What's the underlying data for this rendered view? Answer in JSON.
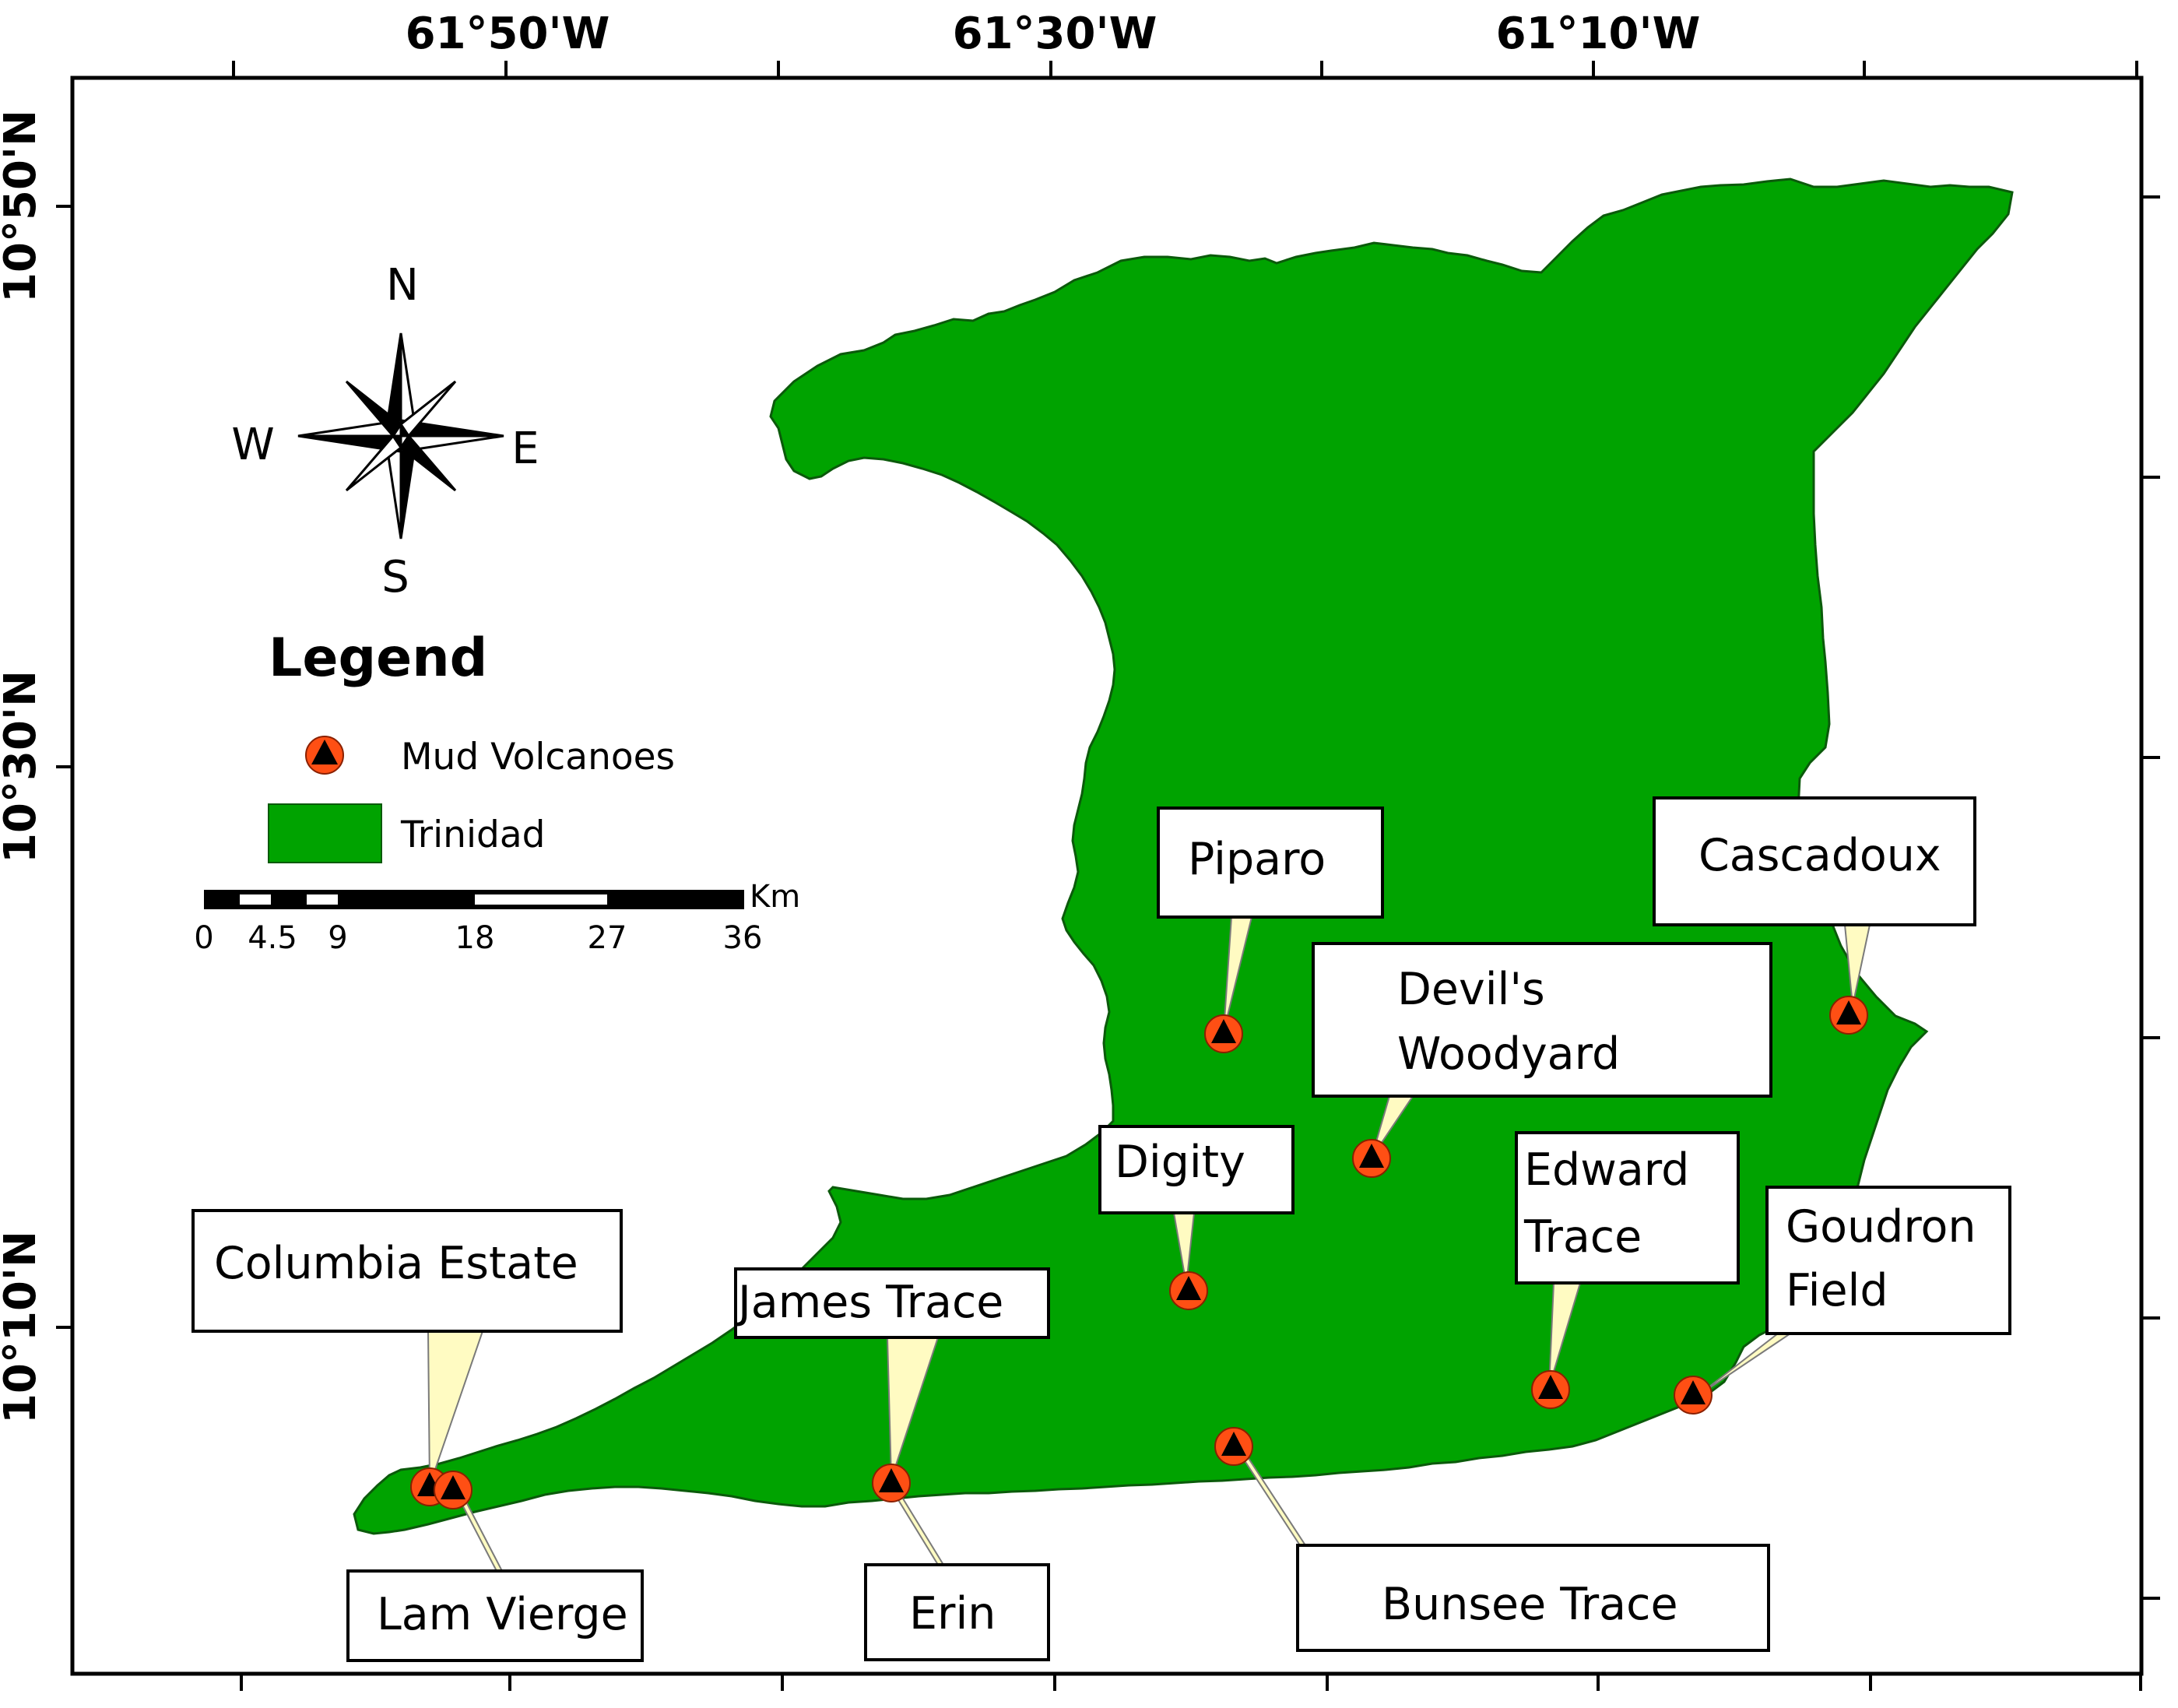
{
  "map": {
    "lon_labels": [
      "61°50'W",
      "61°30'W",
      "61°10'W"
    ],
    "lat_labels": [
      "10°50'N",
      "10°30'N",
      "10°10'N"
    ],
    "land_color": "#00a300",
    "marker_color": "#ff4f14"
  },
  "compass": {
    "north": "N",
    "south": "S",
    "east": "E",
    "west": "W"
  },
  "legend": {
    "title": "Legend",
    "items": [
      {
        "label": "Mud Volcanoes",
        "symbol": "mud-volcano-marker-icon"
      },
      {
        "label": "Trinidad",
        "symbol": "green-fill-swatch"
      }
    ]
  },
  "scale_bar": {
    "unit": "Km",
    "ticks": [
      "0",
      "4.5",
      "9",
      "18",
      "27",
      "36"
    ]
  },
  "sites": [
    {
      "id": "piparo",
      "lines": [
        "Piparo"
      ]
    },
    {
      "id": "cascadoux",
      "lines": [
        "Cascadoux"
      ]
    },
    {
      "id": "devils-woodyard",
      "lines": [
        "Devil's",
        "Woodyard"
      ]
    },
    {
      "id": "digity",
      "lines": [
        "Digity"
      ]
    },
    {
      "id": "edward-trace",
      "lines": [
        "Edward",
        "Trace"
      ]
    },
    {
      "id": "goudron-field",
      "lines": [
        "Goudron",
        "Field"
      ]
    },
    {
      "id": "columbia-estate",
      "lines": [
        "Columbia Estate"
      ]
    },
    {
      "id": "james-trace",
      "lines": [
        "James Trace"
      ]
    },
    {
      "id": "lam-vierge",
      "lines": [
        "Lam Vierge"
      ]
    },
    {
      "id": "erin",
      "lines": [
        "Erin"
      ]
    },
    {
      "id": "bunsee-trace",
      "lines": [
        "Bunsee Trace"
      ]
    }
  ]
}
